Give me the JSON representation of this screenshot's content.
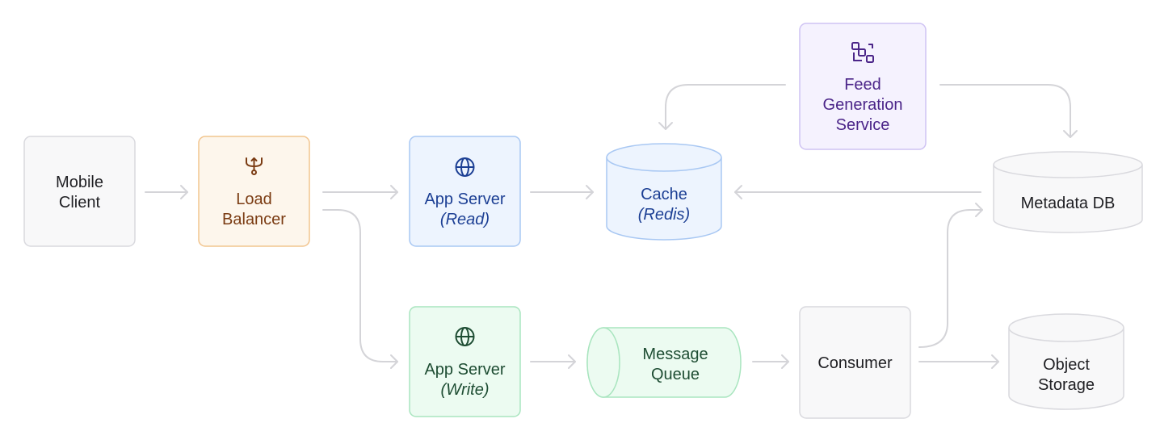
{
  "nodes": {
    "mobile_client": {
      "line1": "Mobile",
      "line2": "Client"
    },
    "load_balancer": {
      "line1": "Load",
      "line2": "Balancer",
      "icon": "fork-icon"
    },
    "app_server_read": {
      "line1": "App Server",
      "line2": "(Read)",
      "icon": "globe-icon"
    },
    "app_server_write": {
      "line1": "App Server",
      "line2": "(Write)",
      "icon": "globe-icon"
    },
    "cache": {
      "line1": "Cache",
      "line2": "(Redis)"
    },
    "feed_service": {
      "line1": "Feed",
      "line2": "Generation",
      "line3": "Service",
      "icon": "workflow-icon"
    },
    "metadata_db": {
      "line1": "Metadata DB"
    },
    "message_queue": {
      "line1": "Message",
      "line2": "Queue"
    },
    "consumer": {
      "line1": "Consumer"
    },
    "object_storage": {
      "line1": "Object",
      "line2": "Storage"
    }
  },
  "colors": {
    "neutral_fill": "#f8f8f9",
    "neutral_stroke": "#d9d9de",
    "neutral_text": "#1f1f23",
    "orange_fill": "#fdf6ec",
    "orange_stroke": "#f2c58f",
    "orange_text": "#7a3b12",
    "blue_fill": "#edf4fe",
    "blue_stroke": "#a9c8f3",
    "blue_text": "#1c3f94",
    "green_fill": "#ecfbf1",
    "green_stroke": "#a9e5bf",
    "green_text": "#1e4d33",
    "purple_fill": "#f5f2fe",
    "purple_stroke": "#cfc3f3",
    "purple_text": "#4b2589",
    "edge": "#d4d4d8"
  }
}
